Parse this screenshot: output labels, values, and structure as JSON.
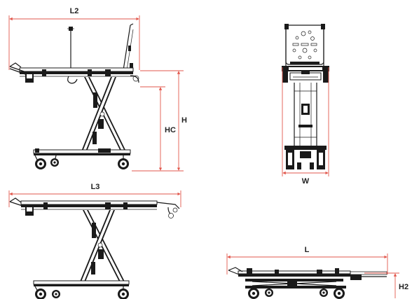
{
  "labels": {
    "l2": "L2",
    "hc": "HC",
    "h": "H",
    "w": "W",
    "l3": "L3",
    "l": "L",
    "h2": "H2"
  },
  "colors": {
    "dimension_line": "#e2574c",
    "drawing": "#1a1a1a",
    "text": "#222222",
    "background": "#ffffff"
  }
}
